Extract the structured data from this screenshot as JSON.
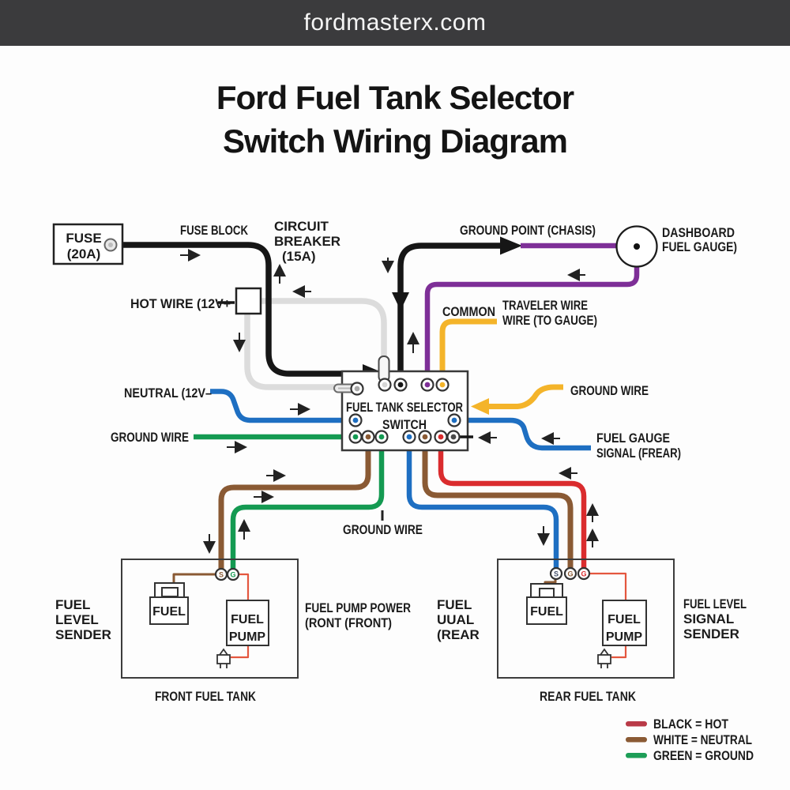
{
  "header": {
    "site": "fordmasterx.com"
  },
  "title": {
    "line1": "Ford Fuel Tank Selector",
    "line2": "Switch Wiring Diagram"
  },
  "colors": {
    "header_bg": "#3b3b3d",
    "canvas_bg": "#fdfdfd",
    "black_wire": "#161616",
    "white_wire": "#dcdcdc",
    "blue_wire": "#1e6fc2",
    "green_wire": "#149a52",
    "brown_wire": "#8a5a34",
    "red_wire": "#da2c2e",
    "purple_wire": "#7e2f97",
    "yellow_wire": "#f4b42a",
    "thin_red_wire": "#e4573f",
    "legend_red": "#b93a47",
    "legend_brown": "#8a5a34",
    "legend_green": "#1d9e57"
  },
  "labels": {
    "fuse_line1": "FUSE",
    "fuse_line2": "(20A)",
    "fuse_block": "FUSE BLOCK",
    "breaker_line1": "CIRCUIT",
    "breaker_line2": "BREAKER",
    "breaker_line3": "(15A)",
    "ground_point": "GROUND POINT (CHASIS)",
    "gauge_line1": "DASHBOARD",
    "gauge_line2": "FUEL GAUGE)",
    "hot_wire": "HOT WIRE (12V+",
    "common": "COMMON",
    "traveler_line1": "TRAVELER WIRE",
    "traveler_line2": "WIRE (TO GAUGE)",
    "neutral": "NEUTRAL (12V–",
    "ground_wire_left": "GROUND WIRE",
    "ground_wire_right": "GROUND WIRE",
    "ground_wire_bottom": "GROUND WIRE",
    "switch_line1": "FUEL TANK SELECTOR",
    "switch_line2": "SWITCH",
    "gauge_signal_line1": "FUEL GAUGE",
    "gauge_signal_line2": "SIGNAL (FREAR)"
  },
  "front_tank": {
    "caption": "FRONT FUEL TANK",
    "left_label": [
      "FUEL",
      "LEVEL",
      "SENDER"
    ],
    "right_label": [
      "FUEL PUMP POWER",
      "(RONT (FRONT)"
    ],
    "sender_box": "FUEL",
    "pump_line1": "FUEL",
    "pump_line2": "PUMP",
    "terminals": [
      "S",
      "G"
    ]
  },
  "rear_tank": {
    "caption": "REAR FUEL TANK",
    "left_label": [
      "FUEL",
      "UUAL",
      "(REAR"
    ],
    "right_label": [
      "FUEL LEVEL",
      "SIGNAL",
      "SENDER"
    ],
    "sender_box": "FUEL",
    "pump_line1": "FUEL",
    "pump_line2": "PUMP",
    "terminals": [
      "S",
      "G",
      "G"
    ]
  },
  "legend": {
    "items": [
      {
        "color": "legend_red",
        "text": "BLACK = HOT"
      },
      {
        "color": "legend_brown",
        "text": "WHITE = NEUTRAL"
      },
      {
        "color": "legend_green",
        "text": "GREEN = GROUND"
      }
    ]
  }
}
